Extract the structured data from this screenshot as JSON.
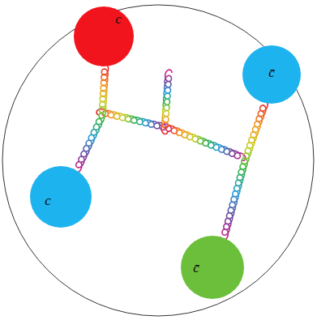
{
  "diagram": {
    "nodes": [
      {
        "text": [
          "c"
        ]
      },
      {
        "text": [
          "c̄"
        ]
      },
      {
        "text": [
          "c"
        ]
      },
      {
        "text": [
          "c̄"
        ]
      }
    ],
    "edges": [
      {
        "from": 0,
        "to": 2,
        "arrow": "none"
      },
      {
        "from": 1,
        "to": 3,
        "arrow": "none"
      }
    ]
  }
}
